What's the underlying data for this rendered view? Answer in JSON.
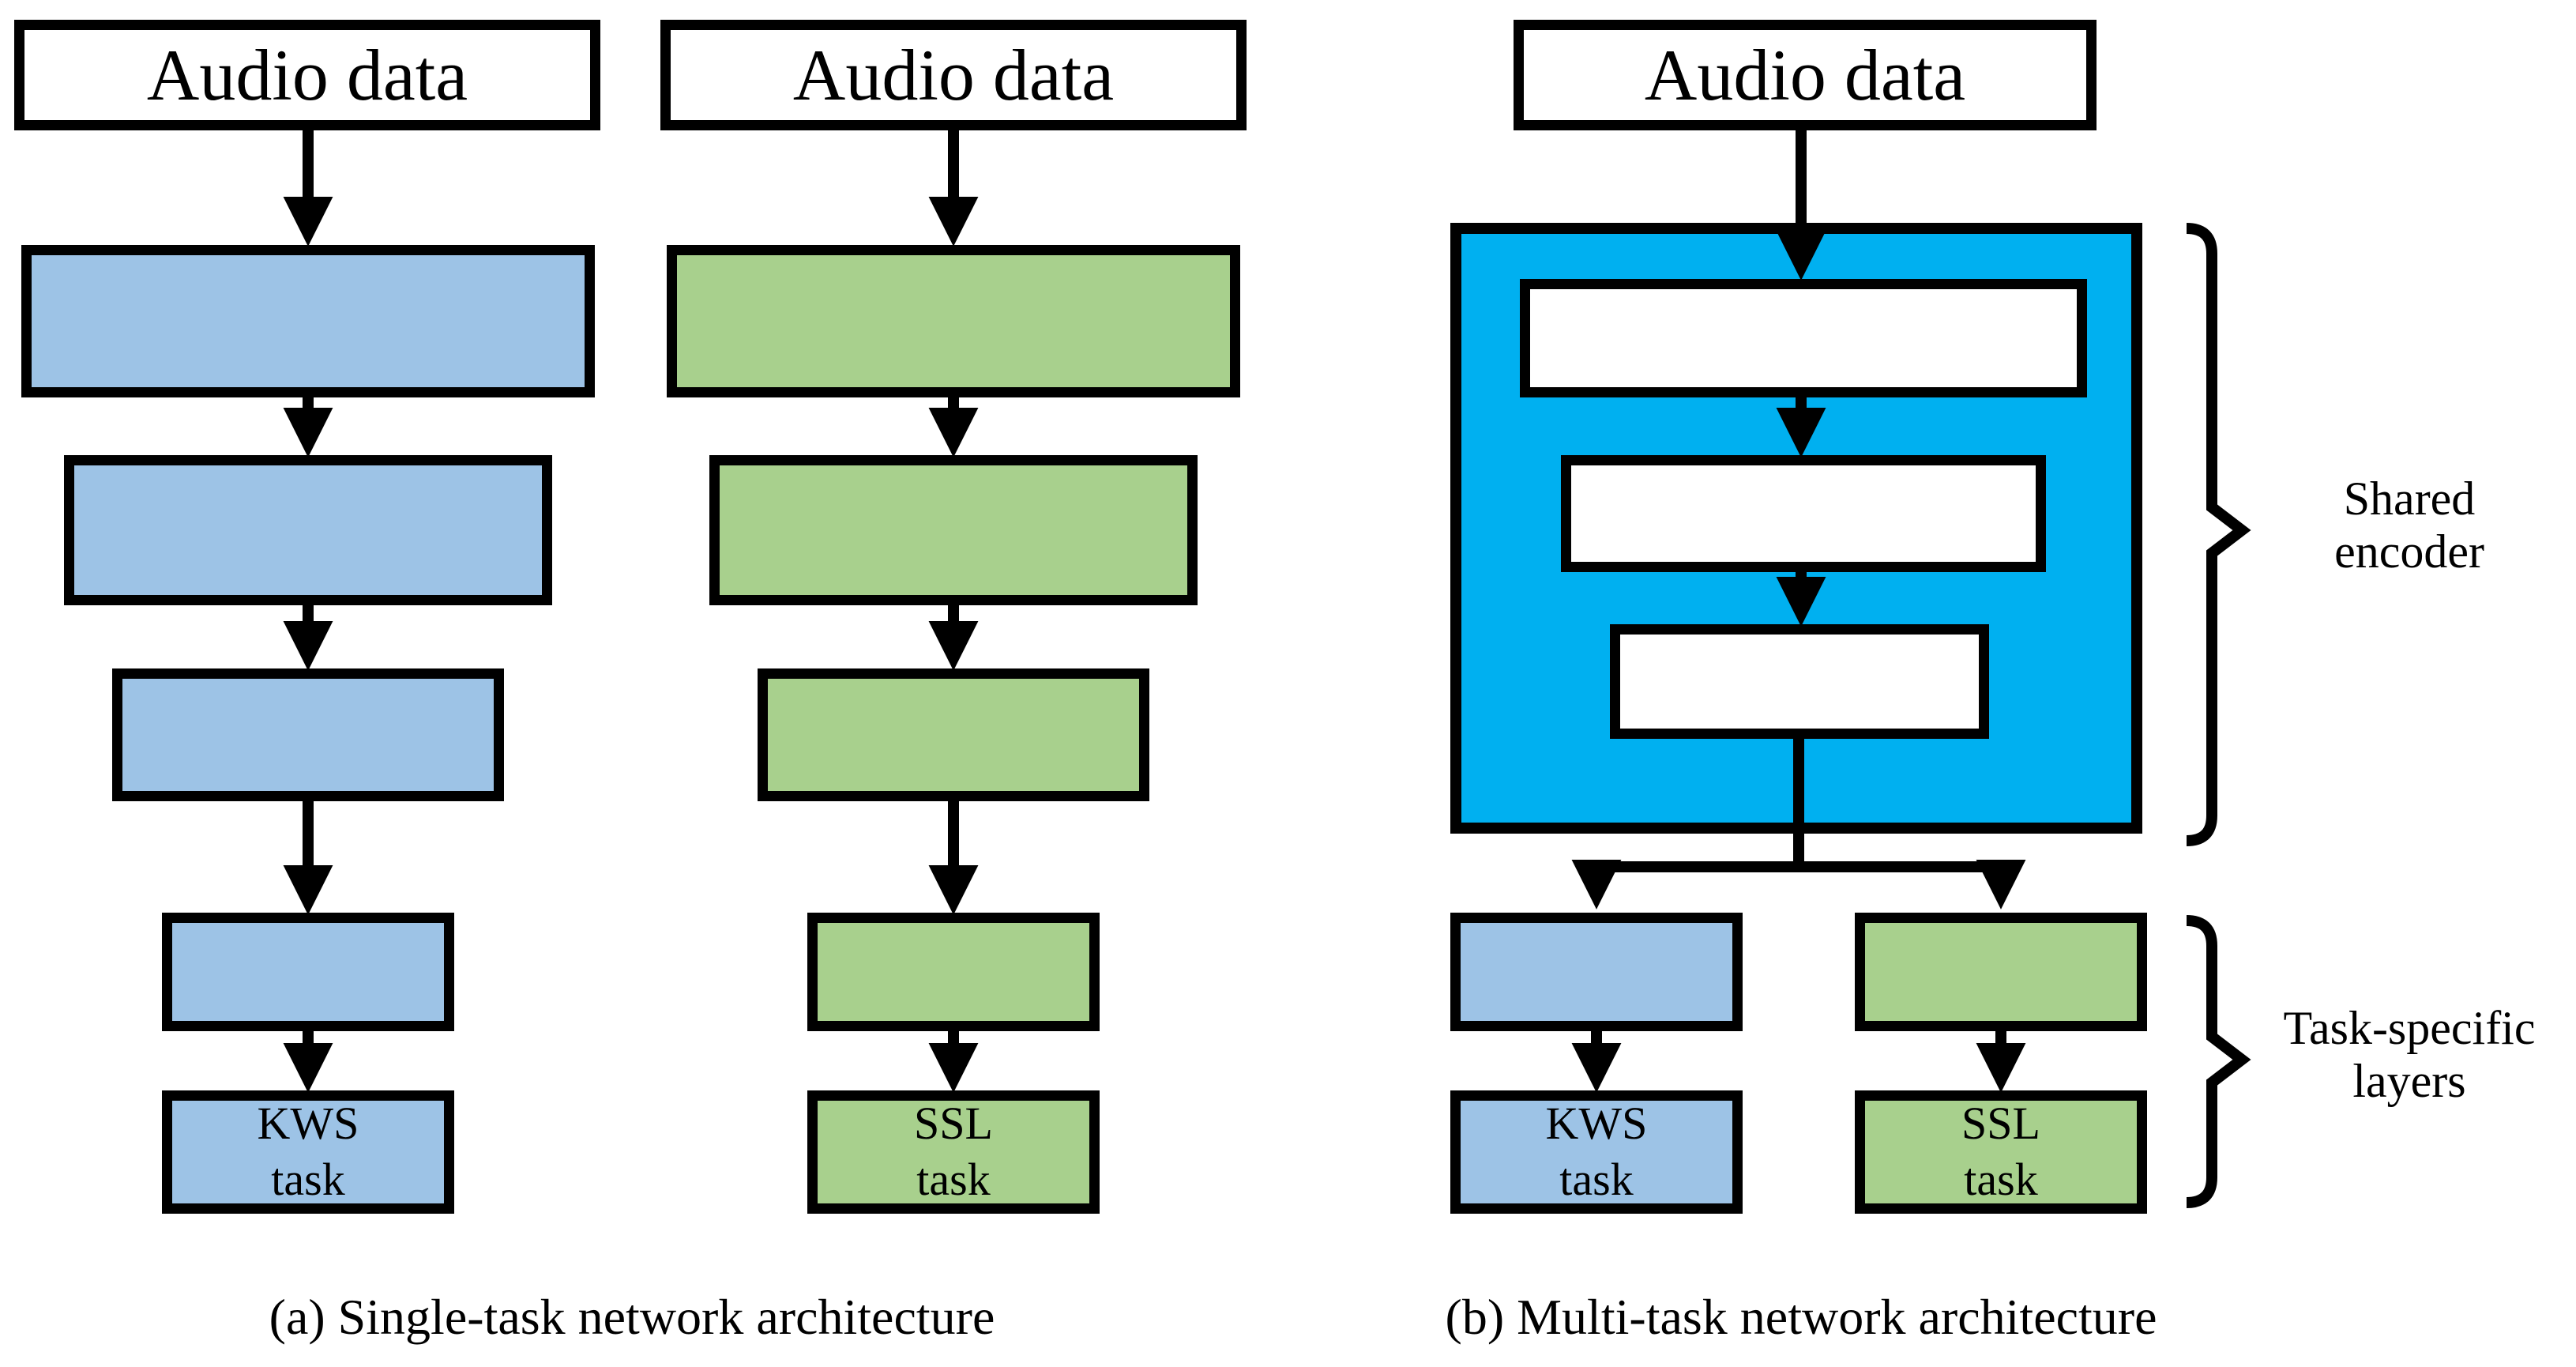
{
  "colors": {
    "outline": "#000000",
    "kws_fill": "#9DC3E6",
    "ssl_fill": "#A8D08D",
    "shared_fill": "#00B0F0",
    "box_bg": "#FFFFFF"
  },
  "diagram_a": {
    "kws_column": {
      "input_label": "Audio data",
      "task_line1": "KWS",
      "task_line2": "task"
    },
    "ssl_column": {
      "input_label": "Audio data",
      "task_line1": "SSL",
      "task_line2": "task"
    },
    "caption": "(a) Single-task network architecture"
  },
  "diagram_b": {
    "input_label": "Audio data",
    "kws_task_line1": "KWS",
    "kws_task_line2": "task",
    "ssl_task_line1": "SSL",
    "ssl_task_line2": "task",
    "shared_encoder_line1": "Shared",
    "shared_encoder_line2": "encoder",
    "task_specific_line1": "Task-specific",
    "task_specific_line2": "layers",
    "caption": "(b) Multi-task network architecture"
  }
}
